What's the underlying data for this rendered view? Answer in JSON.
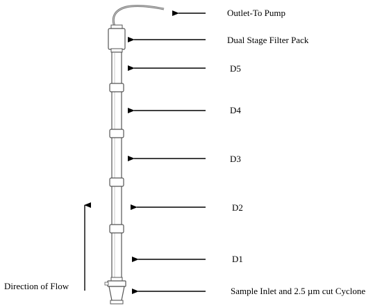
{
  "labels": {
    "outlet": "Outlet-To Pump",
    "filter": "Dual Stage Filter Pack",
    "d5": "D5",
    "d4": "D4",
    "d3": "D3",
    "d2": "D2",
    "d1": "D1",
    "inlet": "Sample Inlet and 2.5 µm cut Cyclone",
    "flow": "Direction of Flow"
  },
  "colors": {
    "ink": "#000000",
    "tube_edge": "#555555",
    "tube_fill": "#ffffff",
    "hose": "#777777"
  }
}
